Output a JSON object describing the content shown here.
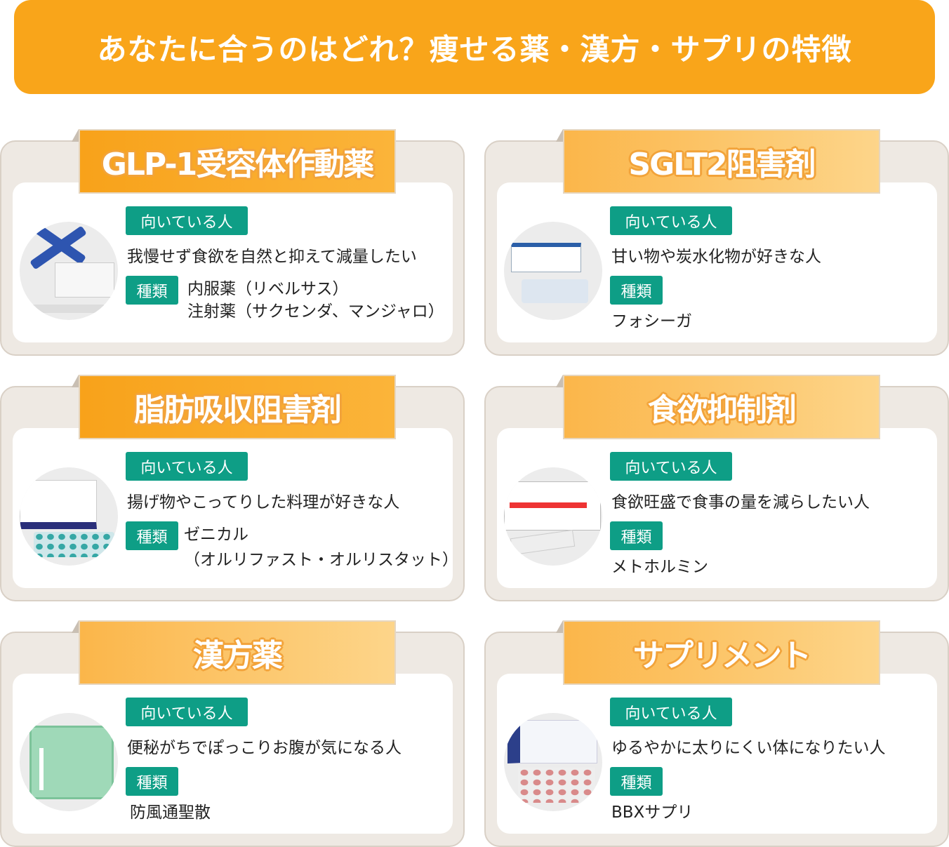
{
  "header": {
    "title": "あなたに合うのはどれ？痩せる薬・漢方・サプリの特徴"
  },
  "labels": {
    "suitable": "向いている人",
    "kind": "種類"
  },
  "cards": [
    {
      "title": "GLP-1受容体作動薬",
      "suitable": "我慢せず食欲を自然と抑えて減量したい",
      "kind_lines": [
        "内服薬（リベルサス）",
        "注射薬（サクセンダ、マンジャロ）"
      ],
      "image": "glp1-pens-and-rybelsus-box"
    },
    {
      "title": "SGLT2阻害剤",
      "suitable": "甘い物や炭水化物が好きな人",
      "kind_lines": [
        "フォシーガ"
      ],
      "image": "forxiga-box-and-blister"
    },
    {
      "title": "脂肪吸収阻害剤",
      "suitable": "揚げ物やこってりした料理が好きな人",
      "kind_lines": [
        "ゼニカル",
        "（オルリファスト・オルリスタット）"
      ],
      "image": "orlifast-box-and-capsules"
    },
    {
      "title": "食欲抑制剤",
      "suitable": "食欲旺盛で食事の量を減らしたい人",
      "kind_lines": [
        "メトホルミン"
      ],
      "image": "metformin-box-and-blister"
    },
    {
      "title": "漢方薬",
      "suitable": "便秘がちでぽっこりお腹が気になる人",
      "kind_lines": [
        "防風通聖散"
      ],
      "image": "ek62-kampo-box"
    },
    {
      "title": "サプリメント",
      "suitable": "ゆるやかに太りにくい体になりたい人",
      "kind_lines": [
        "BBXサプリ"
      ],
      "image": "bbx-supplement-box-and-tablets"
    }
  ],
  "colors": {
    "header": "#F9A51A",
    "badge": "#0E9E86",
    "card_bg": "#EEE9E3"
  }
}
